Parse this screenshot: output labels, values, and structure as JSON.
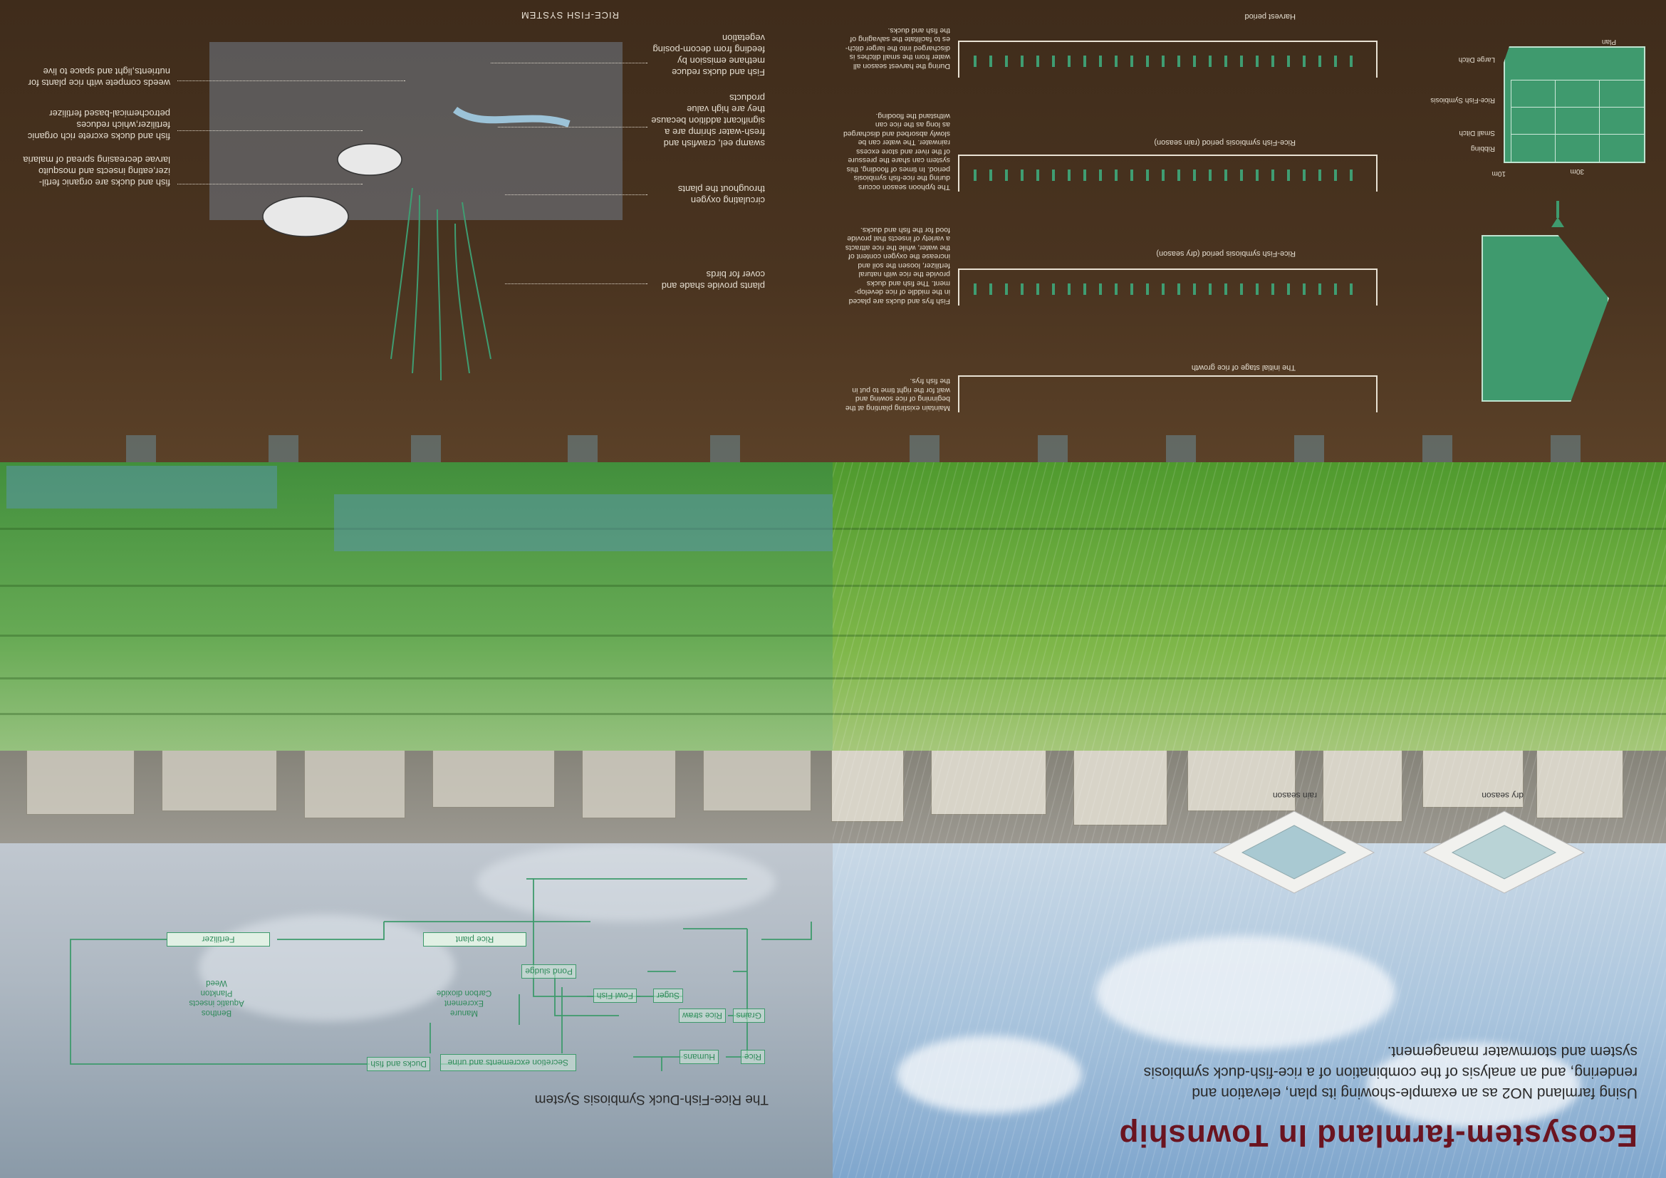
{
  "title": "Ecosystem-farmland In Township",
  "subtitle": "Using farmland NO2 as an example-showing its plan, elevation and rendering, and an analysis of the combination of a rice-fish-duck symbiosis system and stormwater management.",
  "season_labels": {
    "dry": "dry season",
    "rain": "rain season"
  },
  "flow": {
    "title": "The Rice-Fish-Duck Symbiosis System",
    "nodes": {
      "rice": "Rice",
      "grains": "Grains",
      "rice_straw": "Rice straw",
      "suger": "Suger",
      "fowl_fish": "Fowl  Fish",
      "humans": "Humans",
      "pond_sludge": "Pond sludge",
      "secretion": "Secretion\nexcrements\nand urine",
      "ducks_fish": "Ducks and fish",
      "rice_plant": "Rice plant",
      "fertilizer": "Fertilizer",
      "manure": "Manure\nExcrement\nCarbon dioxide",
      "benthos": "Benthos\nAquatic insects\nPlankton\nWeed"
    }
  },
  "rice_fish": {
    "title": "RICE-FISH SYSTEM",
    "left_notes": [
      "plants provide shade and cover for birds",
      "circulating oxygen throughout the plants",
      "swamp eel, crawfish and fresh-water shrimp are a significant addition because they are high value products",
      "Fish and ducks reduce methane emission by feeding from decom-posing vegetation"
    ],
    "right_notes": [
      "fish and ducks are organic fertil-izer,eating insects and mosquito larvae decreasing spread of malaria",
      "fish and ducks excrete rich organic fertilizer,which reduces petrochemical-based fertilizer",
      "weeds compete with rice plants for nutrients,light and space to live"
    ]
  },
  "stages": [
    {
      "label": "The initial stage of rice growth",
      "text": "Maintain existing planting at the beginning of rice sowing and wait for the right time to put in the fish frys."
    },
    {
      "label": "Rice-Fish symbiosis period (dry season)",
      "text": "Fish frys and ducks are placed in the middle of rice develop-ment. The fish and ducks provide the rice with natural fertilizer, loosen the soil and increase the oxygen content of the water, while the rice attracts a variety of insects that provide food for the fish and ducks."
    },
    {
      "label": "Rice-Fish symbiosis period (rain season)",
      "text": "The typhoon season occurs during the rice-fish symbiosis period. In times of flooding, this system can share the pressure of the river and store excess rainwater. The water can be slowly absorbed and discharged as long as the rice can withstand the flooding."
    },
    {
      "label": "Harvest period",
      "text": "During the harvest season all water from the small ditches is discharged into the larger ditch-es to facilitate the salvaging of the fish and ducks."
    }
  ],
  "plan": {
    "title": "Plan",
    "labels": {
      "large_ditch": "Large Ditch",
      "rice_fish": "Rice-Fish Symbiosis",
      "small_ditch": "Small Ditch",
      "ribbing": "Ribbing",
      "d10": "10m",
      "d30": "30m"
    }
  },
  "colors": {
    "title": "#6b1420",
    "flow": "#2f8a5a",
    "soil": "#4a3420",
    "field": "#6fb044"
  }
}
